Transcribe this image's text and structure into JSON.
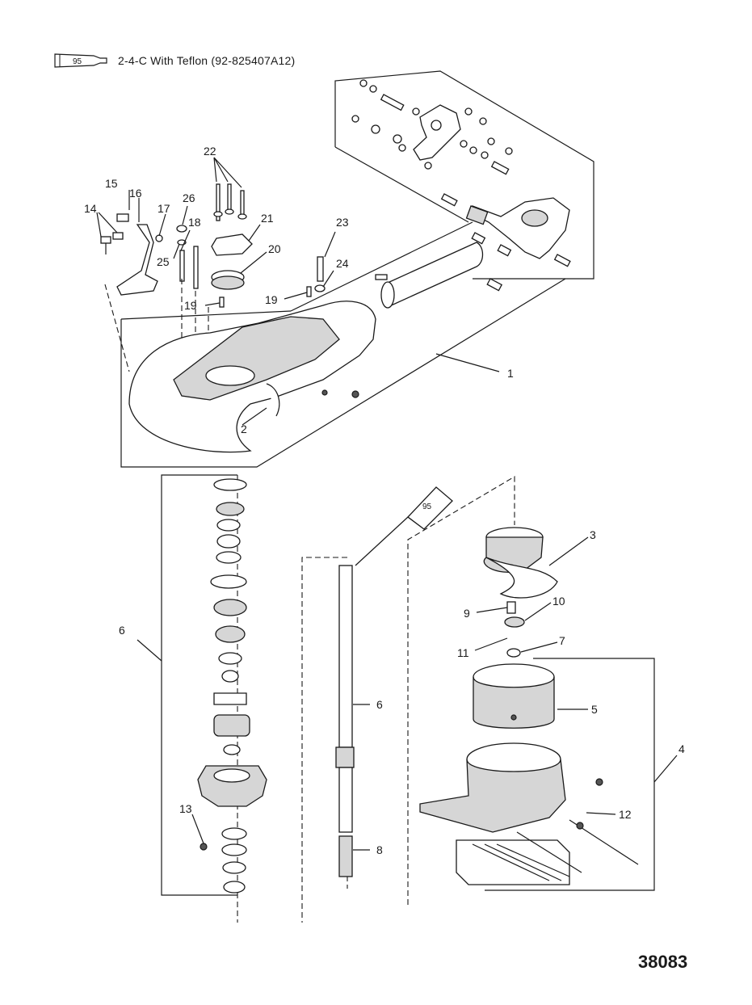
{
  "legend": {
    "tube_code": "95",
    "text": "2-4-C With Teflon (92-825407A12)"
  },
  "figure_number": "38083",
  "callouts": [
    "1",
    "2",
    "3",
    "4",
    "5",
    "6",
    "6",
    "7",
    "8",
    "9",
    "10",
    "11",
    "12",
    "13",
    "14",
    "15",
    "16",
    "17",
    "18",
    "19",
    "19",
    "20",
    "21",
    "22",
    "23",
    "24",
    "25",
    "26"
  ],
  "tube_on_shaft_code": "95"
}
